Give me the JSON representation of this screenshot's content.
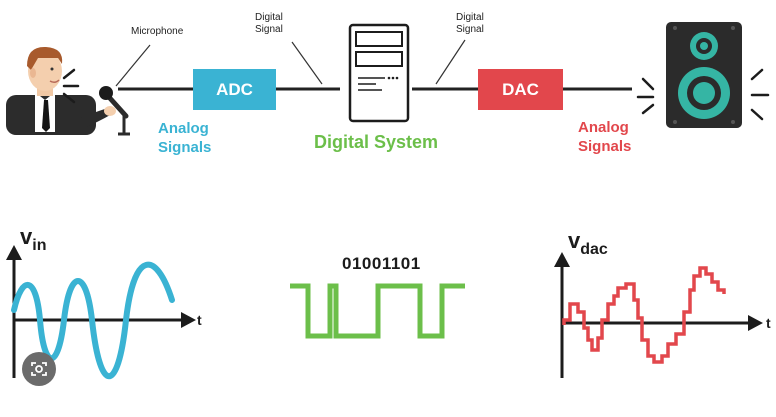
{
  "labels": {
    "microphone": "Microphone",
    "digital_signal_left": "Digital\nSignal",
    "digital_signal_right": "Digital\nSignal",
    "adc": "ADC",
    "dac": "DAC",
    "analog_signals_left": "Analog\nSignals",
    "analog_signals_right": "Analog\nSignals",
    "digital_system": "Digital System"
  },
  "graphs": {
    "vin_symbol": "v",
    "vin_subscript": "in",
    "vdac_symbol": "v",
    "vdac_subscript": "dac",
    "time_label_left": "t",
    "time_label_right": "t",
    "binary_code": "01001101"
  },
  "icons": [
    "person-icon",
    "microphone-icon",
    "computer-tower-icon",
    "speaker-icon",
    "sound-wave-icon",
    "image-search-lens-icon"
  ],
  "colors": {
    "adc": "#3ab3d3",
    "dac": "#e2474c",
    "digital_system": "#6cbf4a",
    "speaker_cone": "#35b5a4",
    "speaker_body": "#2b2b2b"
  }
}
